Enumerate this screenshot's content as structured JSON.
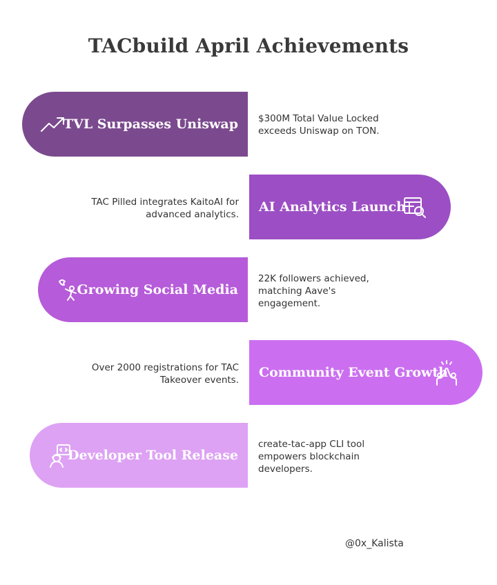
{
  "title": "TACbuild April Achievements",
  "items": [
    {
      "label": "TVL Surpasses Uniswap",
      "description": "$300M Total Value Locked exceeds Uniswap on TON.",
      "icon": "trending-up-icon",
      "color": "#7b4a8e",
      "side": "left"
    },
    {
      "label": "AI Analytics Launch",
      "description": "TAC Pilled integrates KaitoAI for advanced analytics.",
      "icon": "table-search-icon",
      "color": "#9c4fc4",
      "side": "right"
    },
    {
      "label": "Growing Social Media",
      "description": "22K followers achieved, matching Aave's engagement.",
      "icon": "person-bird-icon",
      "color": "#b65bd9",
      "side": "left"
    },
    {
      "label": "Community Event Growth",
      "description": "Over 2000 registrations for TAC Takeover events.",
      "icon": "high-five-icon",
      "color": "#cb6ff0",
      "side": "right"
    },
    {
      "label": "Developer Tool Release",
      "description": "create-tac-app CLI tool empowers blockchain developers.",
      "icon": "developer-icon",
      "color": "#dda2f3",
      "side": "left"
    }
  ],
  "handle": "@0x_Kalista"
}
